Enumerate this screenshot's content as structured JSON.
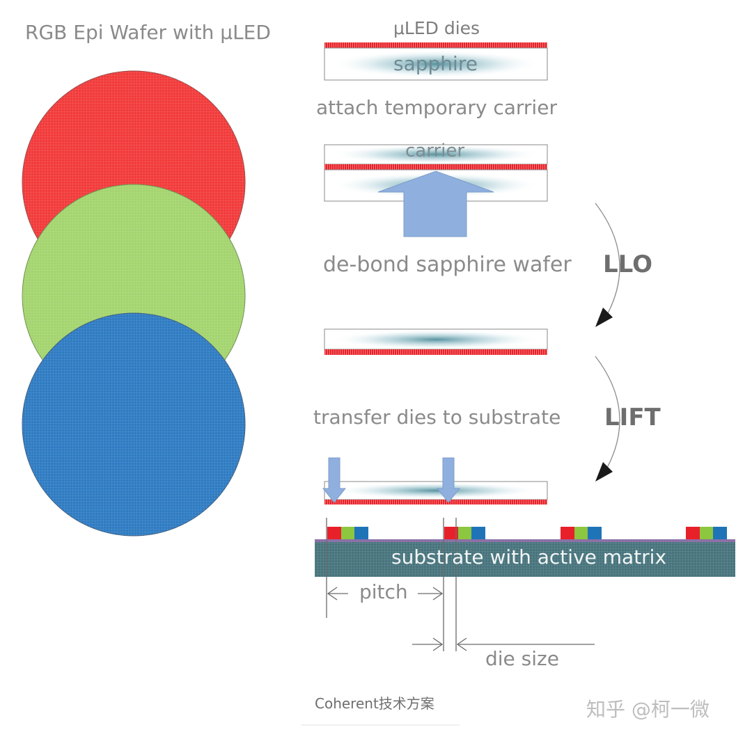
{
  "wafer_title": "RGB Epi Wafer with μLED",
  "process": {
    "dies_label": "μLED dies",
    "sapphire_label": "sapphire",
    "attach_label": "attach temporary carrier",
    "carrier_label": "carrier",
    "debond_label": "de-bond sapphire wafer",
    "llo_label": "LLO",
    "transfer_label": "transfer dies to substrate",
    "lift_label": "LIFT",
    "substrate_label": "substrate with active matrix",
    "pitch_label": "pitch",
    "die_size_label": "die size"
  },
  "footer": {
    "caption": "Coherent技术方案",
    "watermark": "知乎 @柯一微"
  },
  "colors": {
    "red_wafer": "#f23a3a",
    "green_wafer": "#a3d46e",
    "blue_wafer": "#2e7bc2",
    "die_red": "#e8202a",
    "die_green": "#8dc63f",
    "die_blue": "#1f74b8",
    "substrate": "#47737c",
    "arrow": "#8fb0de"
  }
}
